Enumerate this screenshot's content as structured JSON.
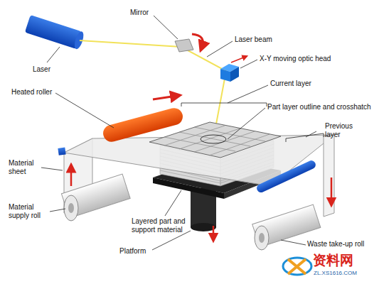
{
  "diagram": {
    "labels": [
      "Mirror",
      "Laser beam",
      "X-Y moving optic head",
      "Laser",
      "Current layer",
      "Heated roller",
      "Part layer outline and crosshatch",
      "Previous layer",
      "Material sheet",
      "Material supply roll",
      "Layered part and support material",
      "Platform",
      "Waste take-up roll",
      "资料网",
      "ZL.XS1616.COM"
    ]
  }
}
